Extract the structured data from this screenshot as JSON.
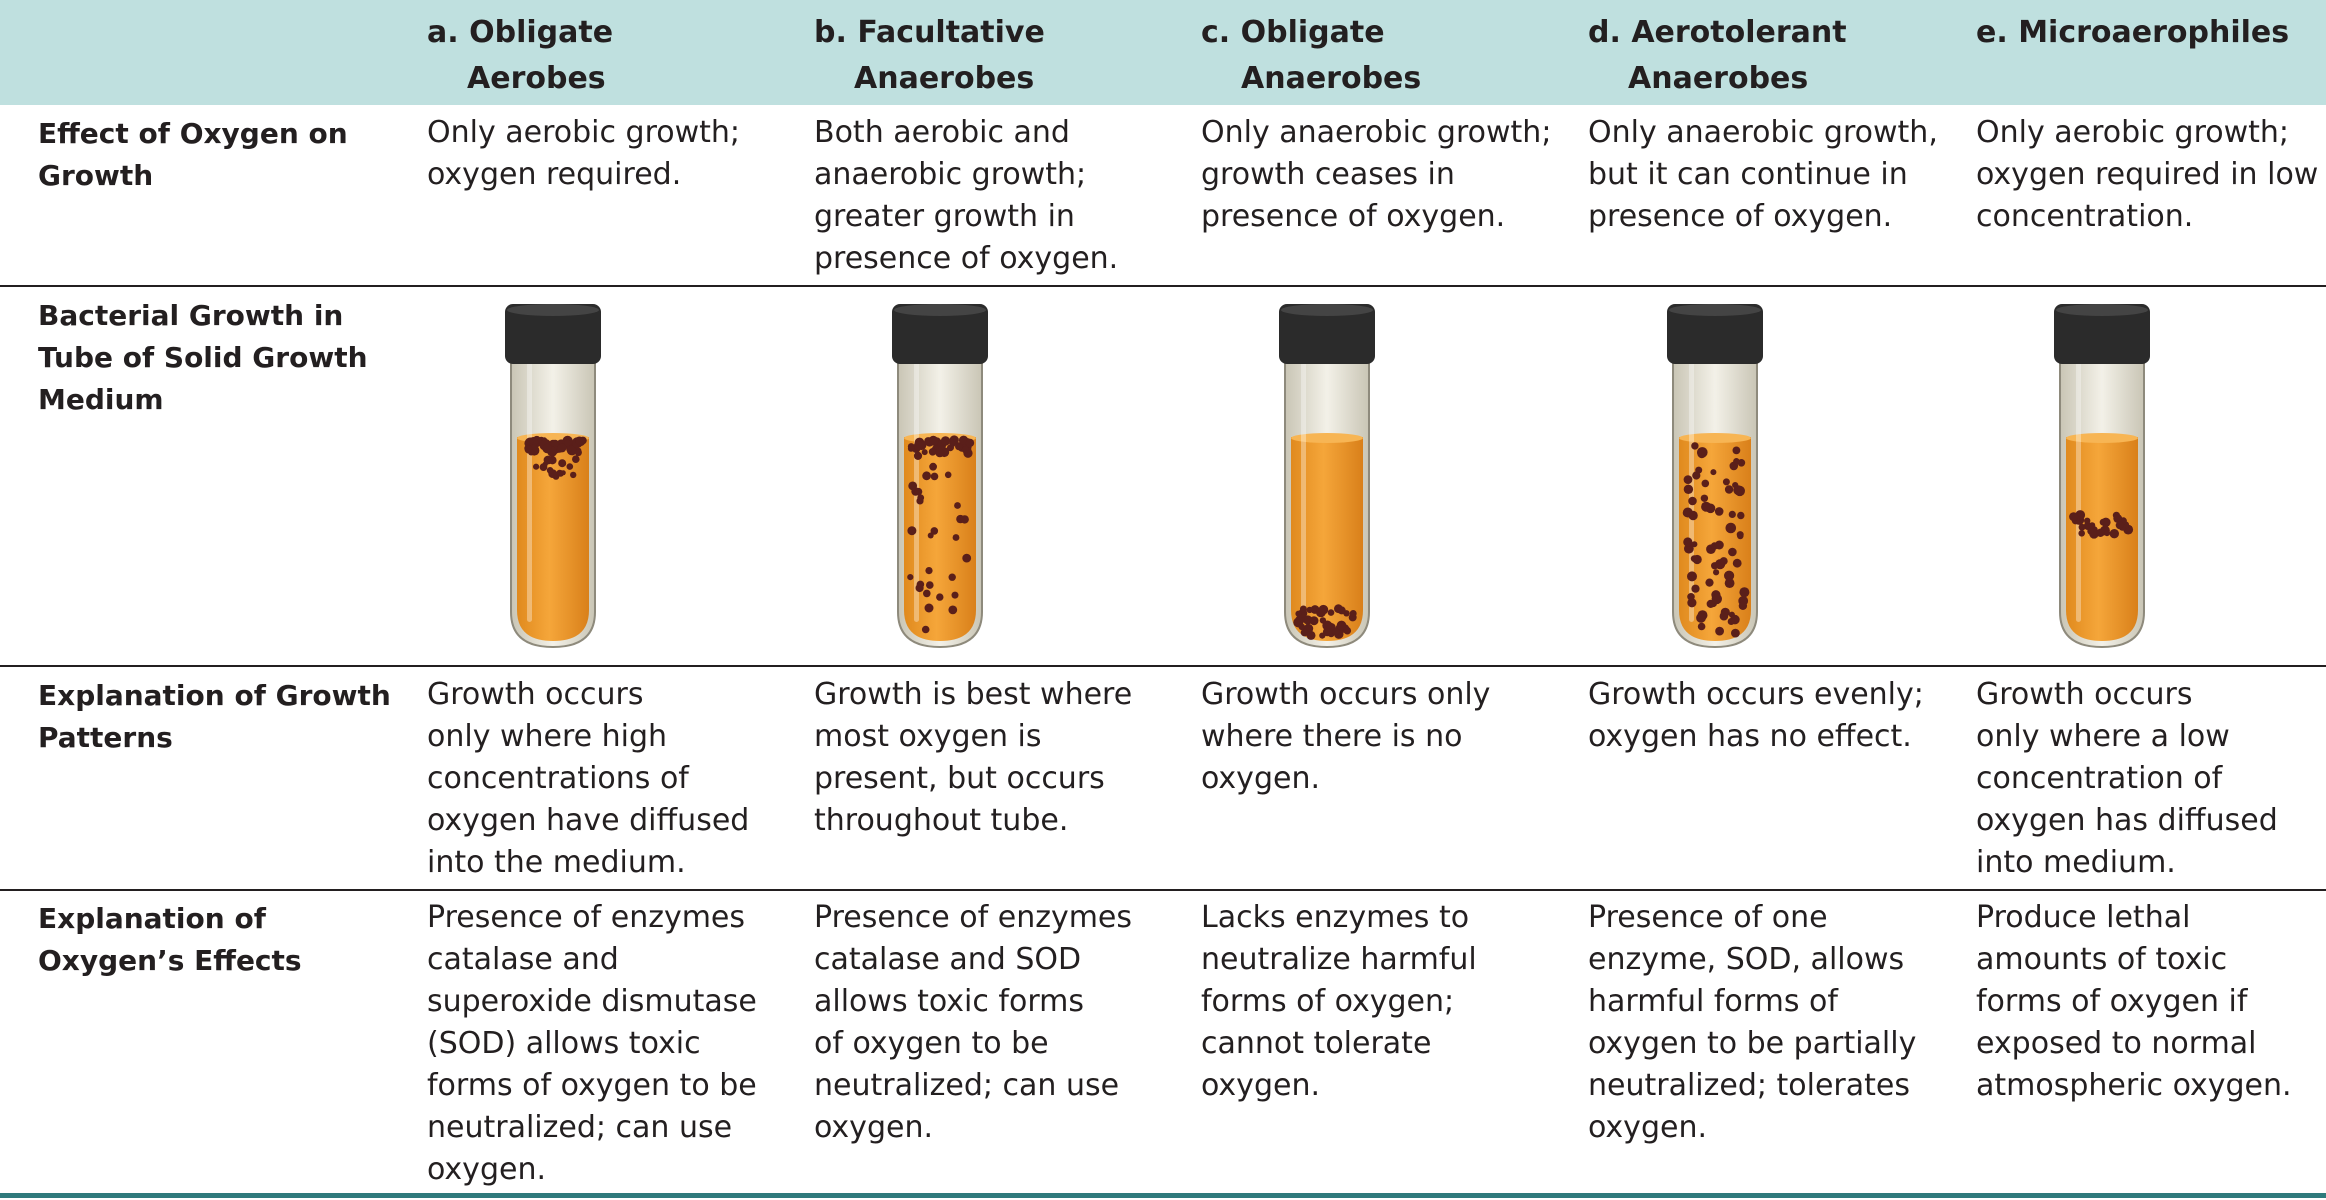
{
  "columns": [
    {
      "letter_line": "a. Obligate",
      "name_line": "Aerobes"
    },
    {
      "letter_line": "b. Facultative",
      "name_line": "Anaerobes"
    },
    {
      "letter_line": "c. Obligate",
      "name_line": "Anaerobes"
    },
    {
      "letter_line": "d. Aerotolerant",
      "name_line": "Anaerobes"
    },
    {
      "letter_line": "",
      "name_line": "e. Microaerophiles"
    }
  ],
  "rows": [
    {
      "label": [
        "Effect of Oxygen on",
        "Growth"
      ]
    },
    {
      "label": [
        "Bacterial Growth in",
        "Tube of Solid Growth",
        "Medium"
      ]
    },
    {
      "label": [
        "Explanation of Growth",
        "Patterns"
      ]
    },
    {
      "label": [
        "Explanation of",
        "Oxygen’s Effects"
      ]
    }
  ],
  "effect": [
    [
      "Only aerobic growth;",
      "oxygen required."
    ],
    [
      "Both aerobic and",
      "anaerobic growth;",
      "greater growth in",
      "presence of oxygen."
    ],
    [
      "Only anaerobic growth;",
      "growth ceases in",
      "presence of oxygen."
    ],
    [
      "Only anaerobic growth,",
      "but it can continue in",
      "presence of oxygen."
    ],
    [
      "Only aerobic growth;",
      "oxygen required in low",
      "concentration."
    ]
  ],
  "patterns": [
    [
      "Growth occurs",
      "only where high",
      "concentrations of",
      "oxygen have diffused",
      "into the medium."
    ],
    [
      "Growth is best where",
      "most oxygen is",
      "present, but occurs",
      "throughout tube."
    ],
    [
      "Growth occurs only",
      "where there is no",
      "oxygen."
    ],
    [
      "Growth occurs evenly;",
      "oxygen has no effect."
    ],
    [
      "Growth occurs",
      "only where a low",
      "concentration of",
      "oxygen has diffused",
      "into medium."
    ]
  ],
  "effects": [
    [
      "Presence of enzymes",
      "catalase and",
      "superoxide dismutase",
      "(SOD) allows toxic",
      "forms of oxygen to be",
      "neutralized; can use",
      "oxygen."
    ],
    [
      "Presence of enzymes",
      "catalase and SOD",
      "allows toxic forms",
      "of oxygen to be",
      "neutralized; can use",
      "oxygen."
    ],
    [
      "Lacks enzymes to",
      "neutralize harmful",
      "forms of oxygen;",
      "cannot tolerate",
      "oxygen."
    ],
    [
      "Presence of one",
      "enzyme, SOD, allows",
      "harmful forms of",
      "oxygen to be partially",
      "neutralized; tolerates",
      "oxygen."
    ],
    [
      "Produce lethal",
      "amounts of toxic",
      "forms of oxygen if",
      "exposed to normal",
      "atmospheric oxygen."
    ]
  ],
  "tubes": [
    {
      "growth_pattern": "top"
    },
    {
      "growth_pattern": "throughout-denser-top"
    },
    {
      "growth_pattern": "bottom"
    },
    {
      "growth_pattern": "even-throughout"
    },
    {
      "growth_pattern": "narrow-band-below-surface"
    }
  ],
  "colors": {
    "header_bg": "#bfe0df",
    "medium": "#f5a63a",
    "colony": "#5a1f1a",
    "cap": "#2b2b2b",
    "bottom_rule": "#2f7a7c"
  }
}
